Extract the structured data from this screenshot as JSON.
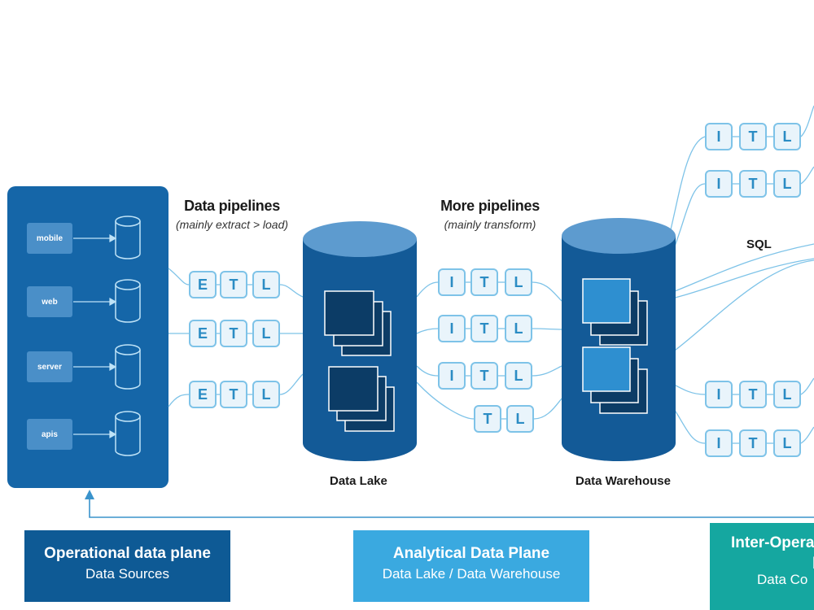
{
  "headers": {
    "pipelines_title": "Data pipelines",
    "pipelines_sub": "(mainly extract > load)",
    "more_title": "More pipelines",
    "more_sub": "(mainly transform)",
    "sql": "SQL"
  },
  "sources": [
    "mobile",
    "web",
    "server",
    "apis"
  ],
  "stores": {
    "lake": "Data Lake",
    "warehouse": "Data Warehouse"
  },
  "etl_row": [
    "E",
    "T",
    "L"
  ],
  "itl_row": [
    "I",
    "T",
    "L"
  ],
  "tl_row": [
    "T",
    "L"
  ],
  "planes": {
    "operational": {
      "title": "Operational data plane",
      "sub": "Data Sources"
    },
    "analytical": {
      "title": "Analytical Data Plane",
      "sub": "Data Lake / Data Warehouse"
    },
    "inter": {
      "title": "Inter-Opera",
      "title2": "pla",
      "sub": "Data Co"
    }
  },
  "colors": {
    "dark_blue": "#0e5a95",
    "mid_blue": "#1f6fb0",
    "light_blue": "#3aa9e0",
    "teal": "#15a7a0",
    "pipe_border": "#7ec3e8"
  }
}
